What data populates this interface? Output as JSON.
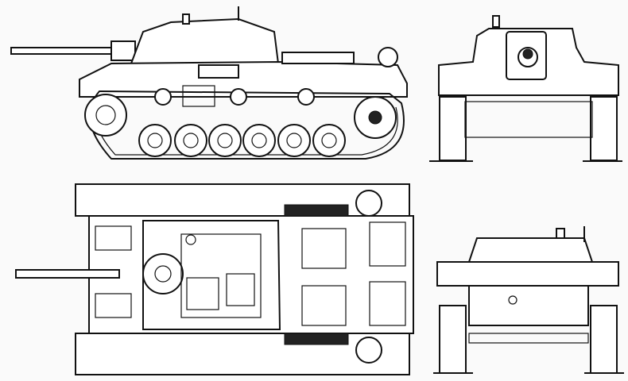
{
  "drawing": {
    "colors": {
      "line": "#111111",
      "paper": "#fafafa"
    },
    "views": [
      "side-view",
      "top-view",
      "front-view",
      "rear-view"
    ]
  }
}
